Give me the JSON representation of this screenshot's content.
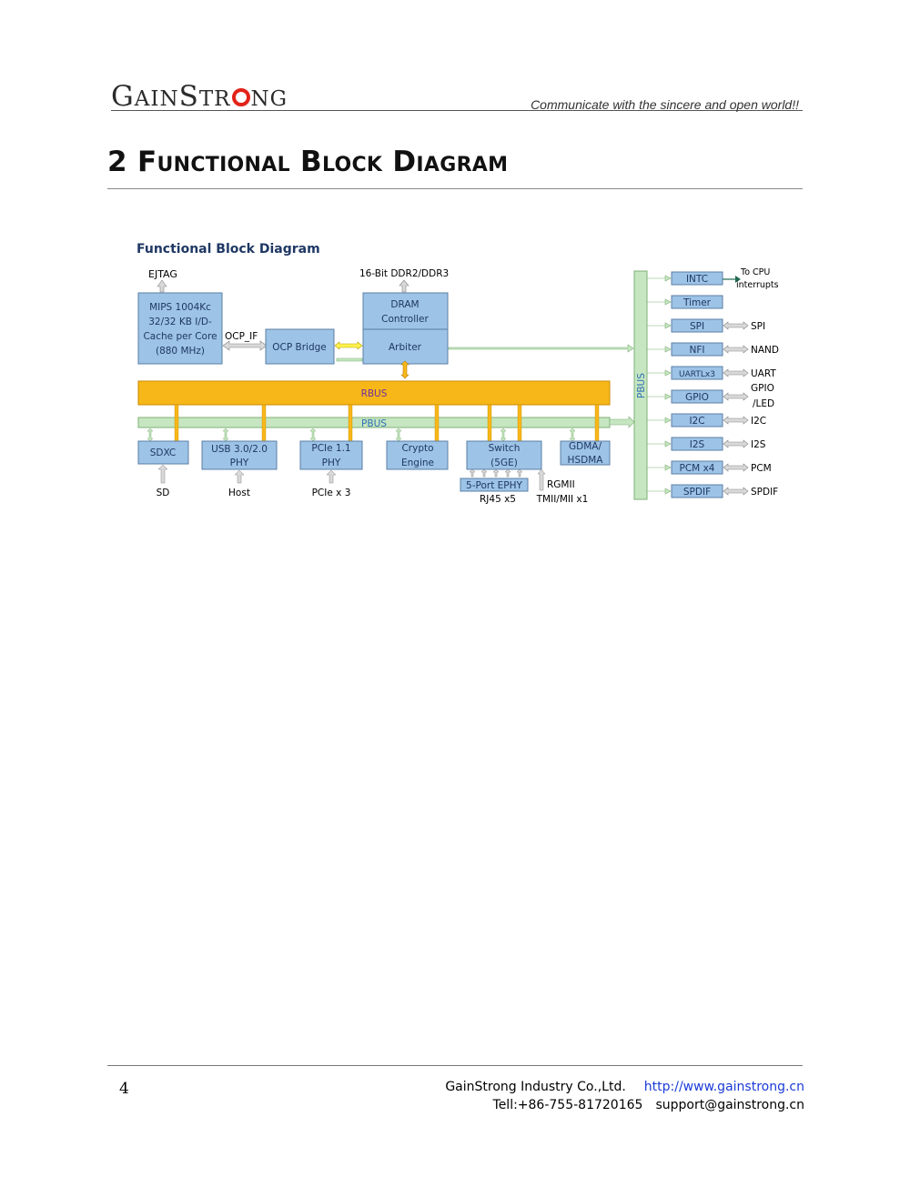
{
  "header": {
    "logo_text": "GainStrong",
    "tagline": "Communicate with the sincere and open world!!"
  },
  "section": {
    "number": "2",
    "title": "Functional Block Diagram"
  },
  "diagram": {
    "heading": "Functional Block Diagram",
    "labels": {
      "ejtag": "EJTAG",
      "ddr": "16-Bit DDR2/DDR3",
      "ocp_if": "OCP_IF",
      "rbus": "RBUS",
      "pbus": "PBUS",
      "pbus_vertical": "PBUS",
      "sd": "SD",
      "host": "Host",
      "pcie_x3": "PCIe x 3",
      "rgmii": "RGMII",
      "rj45": "RJ45 x5",
      "tmii": "TMII/MII x1"
    },
    "cpu": [
      "MIPS 1004Kc",
      "32/32 KB I/D-",
      "Cache per Core",
      "(880 MHz)"
    ],
    "dram_controller": [
      "DRAM",
      "Controller"
    ],
    "arbiter": "Arbiter",
    "ocp_bridge": "OCP Bridge",
    "sdxc": "SDXC",
    "usb": [
      "USB 3.0/2.0",
      "PHY"
    ],
    "pcie": [
      "PCIe 1.1",
      "PHY"
    ],
    "crypto": [
      "Crypto",
      "Engine"
    ],
    "switch": [
      "Switch",
      "(5GE)"
    ],
    "gdma": [
      "GDMA/",
      "HSDMA"
    ],
    "ephy": "5-Port EPHY",
    "right_blocks": [
      {
        "name": "INTC",
        "ext": ""
      },
      {
        "name": "Timer",
        "ext": ""
      },
      {
        "name": "SPI",
        "ext": "SPI"
      },
      {
        "name": "NFI",
        "ext": "NAND"
      },
      {
        "name": "UARTLx3",
        "ext": "UART"
      },
      {
        "name": "GPIO",
        "ext": "GPIO"
      },
      {
        "name": "I2C",
        "ext": "I2C"
      },
      {
        "name": "I2S",
        "ext": "I2S"
      },
      {
        "name": "PCM x4",
        "ext": "PCM"
      },
      {
        "name": "SPDIF",
        "ext": "SPDIF"
      }
    ],
    "intc_ext": [
      "To CPU",
      "interrupts"
    ],
    "gpio_ext2": "/LED"
  },
  "footer": {
    "page_number": "4",
    "company": "GainStrong Industry Co.,Ltd.",
    "url": "http://www.gainstrong.cn",
    "tel": "Tell:+86-755-81720165",
    "email": "support@gainstrong.cn"
  }
}
